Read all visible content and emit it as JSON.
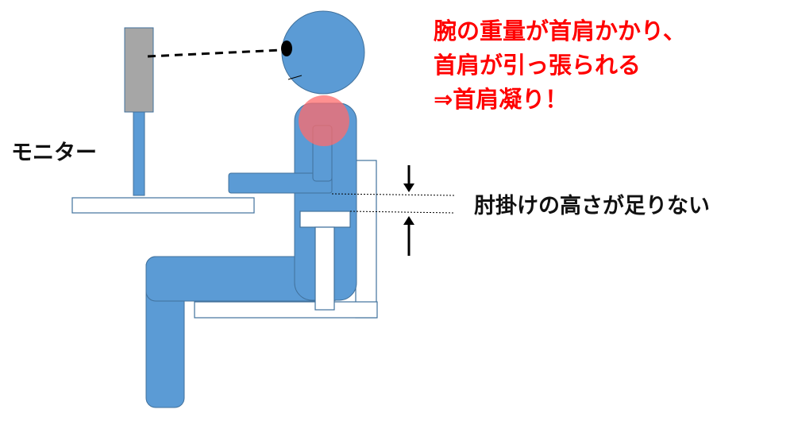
{
  "labels": {
    "monitor": "モニター",
    "armrest_note": "肘掛けの高さが足りない",
    "warning": [
      "腕の重量が首肩かかり、",
      "首肩が引っ張られる",
      "⇒首肩凝り！"
    ]
  },
  "colors": {
    "body": "#5b9bd5",
    "body_stroke": "#41719c",
    "monitor": "#a6a6a6",
    "strain": "#ff6b6b",
    "warning_text": "#ff0000",
    "text": "#111111"
  }
}
